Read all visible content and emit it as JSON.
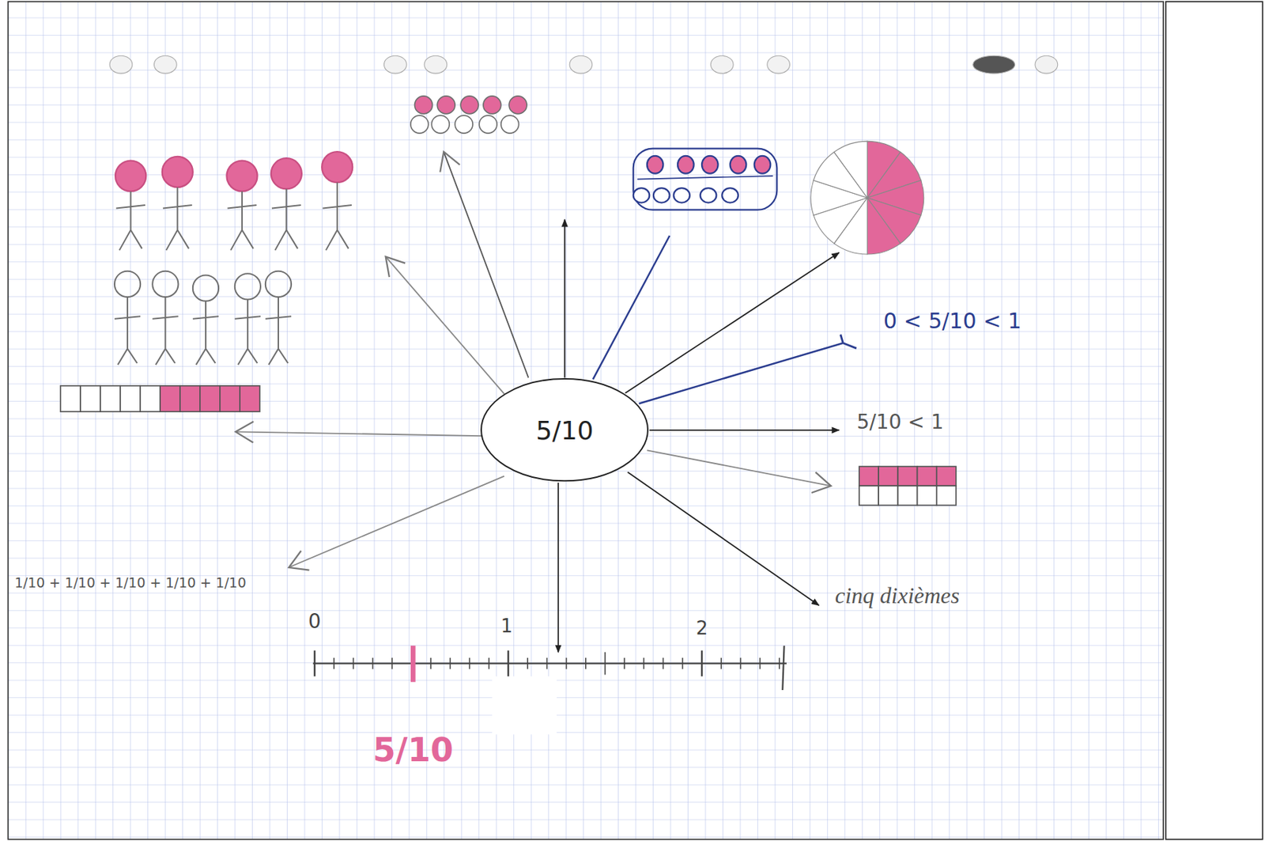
{
  "diagram": {
    "nodes": [
      {
        "text": [
          "5/10"
        ]
      }
    ],
    "labels": [
      "0 < 5/10 < 1",
      "5/10 < 1",
      "cinq dixièmes",
      "1/10 + 1/10 + 1/10 + 1/10 + 1/10",
      "0",
      "1",
      "2",
      "5/10"
    ]
  }
}
